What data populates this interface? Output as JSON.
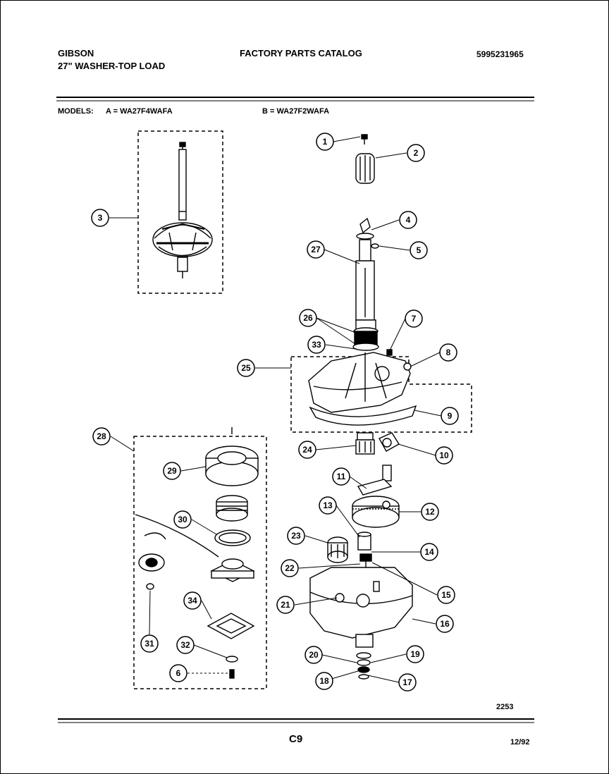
{
  "header": {
    "brand": "GIBSON",
    "subtitle": "27\" WASHER-TOP LOAD",
    "catalog_title": "FACTORY PARTS CATALOG",
    "catalog_number": "5995231965"
  },
  "models": {
    "label": "MODELS:",
    "model_a": "A = WA27F4WAFA",
    "model_b": "B = WA27F2WAFA"
  },
  "callouts": [
    "1",
    "2",
    "3",
    "4",
    "5",
    "6",
    "7",
    "8",
    "9",
    "10",
    "11",
    "12",
    "13",
    "14",
    "15",
    "16",
    "17",
    "18",
    "19",
    "20",
    "21",
    "22",
    "23",
    "24",
    "25",
    "26",
    "27",
    "28",
    "29",
    "30",
    "31",
    "32",
    "33",
    "34"
  ],
  "footer": {
    "diagram_number": "2253",
    "page_code": "C9",
    "date": "12/92"
  }
}
